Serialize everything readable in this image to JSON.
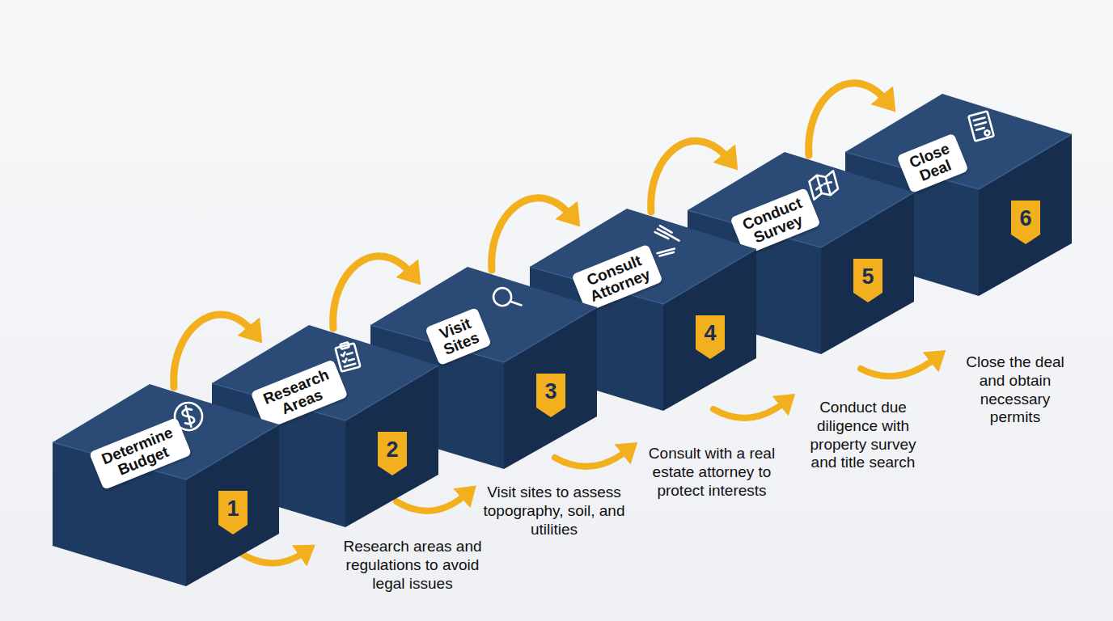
{
  "diagram": {
    "nodes": [
      {
        "text": [
          "Determine Budget",
          "1"
        ]
      },
      {
        "text": [
          "Research Areas",
          "2"
        ]
      },
      {
        "text": [
          "Visit Sites",
          "3"
        ]
      },
      {
        "text": [
          "Consult Attorney",
          "4"
        ]
      },
      {
        "text": [
          "Conduct Survey",
          "5"
        ]
      },
      {
        "text": [
          "Close Deal",
          "6"
        ]
      }
    ],
    "edges": [
      {
        "from": 0,
        "to": 1,
        "arrow": "to"
      },
      {
        "from": 1,
        "to": 2,
        "arrow": "to"
      },
      {
        "from": 2,
        "to": 3,
        "arrow": "to"
      },
      {
        "from": 3,
        "to": 4,
        "arrow": "to"
      },
      {
        "from": 4,
        "to": 5,
        "arrow": "to"
      }
    ],
    "labels": [
      "Research areas and regulations to avoid legal issues",
      "Visit sites to assess topography, soil, and utilities",
      "Consult with a real estate attorney to protect interests",
      "Conduct due diligence with property survey and title search",
      "Close the deal and obtain necessary permits"
    ]
  }
}
